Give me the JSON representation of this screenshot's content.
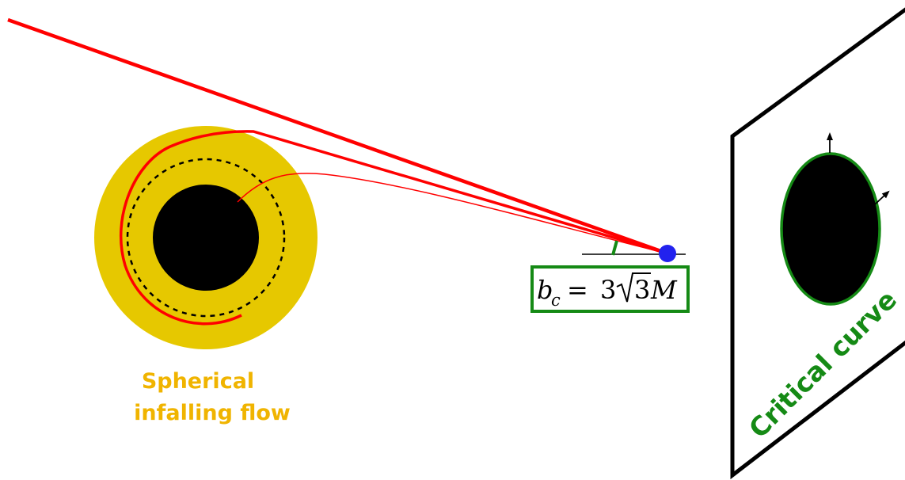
{
  "flow": {
    "label_line1": "Spherical",
    "label_line2": "infalling flow"
  },
  "impact_parameter": {
    "b": "b",
    "subscript": "c",
    "equals": "=",
    "coefficient": "3",
    "root": "3",
    "mass": "M"
  },
  "screen": {
    "curve_label": "Critical curve"
  },
  "colors": {
    "flow": "#e6c800",
    "flow_label": "#f0b400",
    "ray": "#ff0000",
    "critical": "#158a15",
    "observer": "#2222ee",
    "black_hole": "#000000"
  }
}
